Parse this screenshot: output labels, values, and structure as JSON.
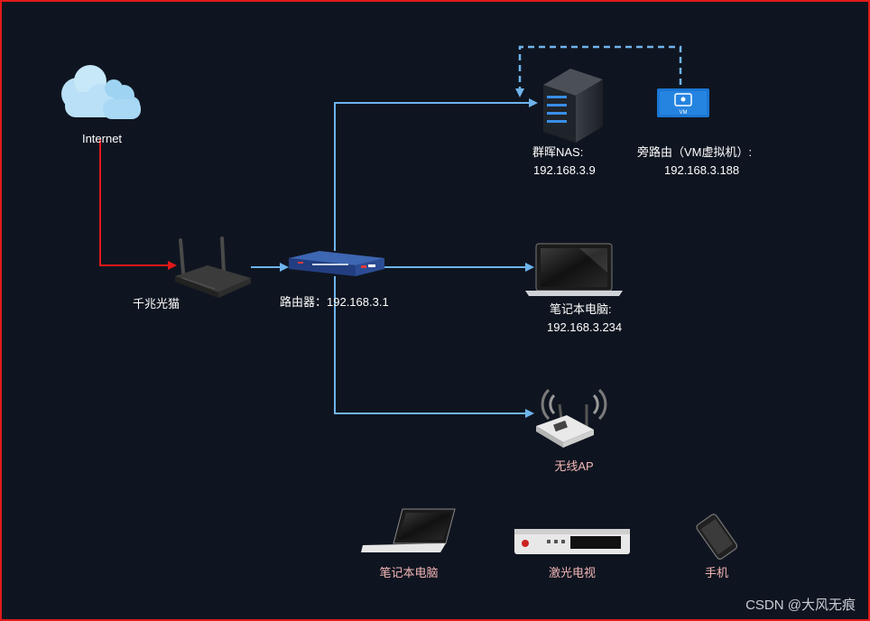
{
  "labels": {
    "internet": "Internet",
    "modem": "千兆光猫",
    "router": "路由器：192.168.3.1",
    "nas_name": "群晖NAS:",
    "nas_ip": "192.168.3.9",
    "vm_name": "旁路由（VM虚拟机）:",
    "vm_ip": "192.168.3.188",
    "laptop_name": "笔记本电脑:",
    "laptop_ip": "192.168.3.234",
    "ap": "无线AP",
    "client_laptop": "笔记本电脑",
    "client_tv": "激光电视",
    "client_phone": "手机",
    "vm_badge": "VM"
  },
  "watermark": "CSDN @大风无痕",
  "colors": {
    "background": "#0f1520",
    "border": "#e11b1b",
    "internet_link": "#e01818",
    "lan_link": "#6fb4ec",
    "vm_screen": "#1b76d3"
  },
  "icons": [
    "cloud-icon",
    "modem-icon",
    "router-icon",
    "server-icon",
    "vm-monitor-icon",
    "laptop-icon",
    "wifi-ap-icon",
    "tv-box-icon",
    "phone-icon"
  ]
}
